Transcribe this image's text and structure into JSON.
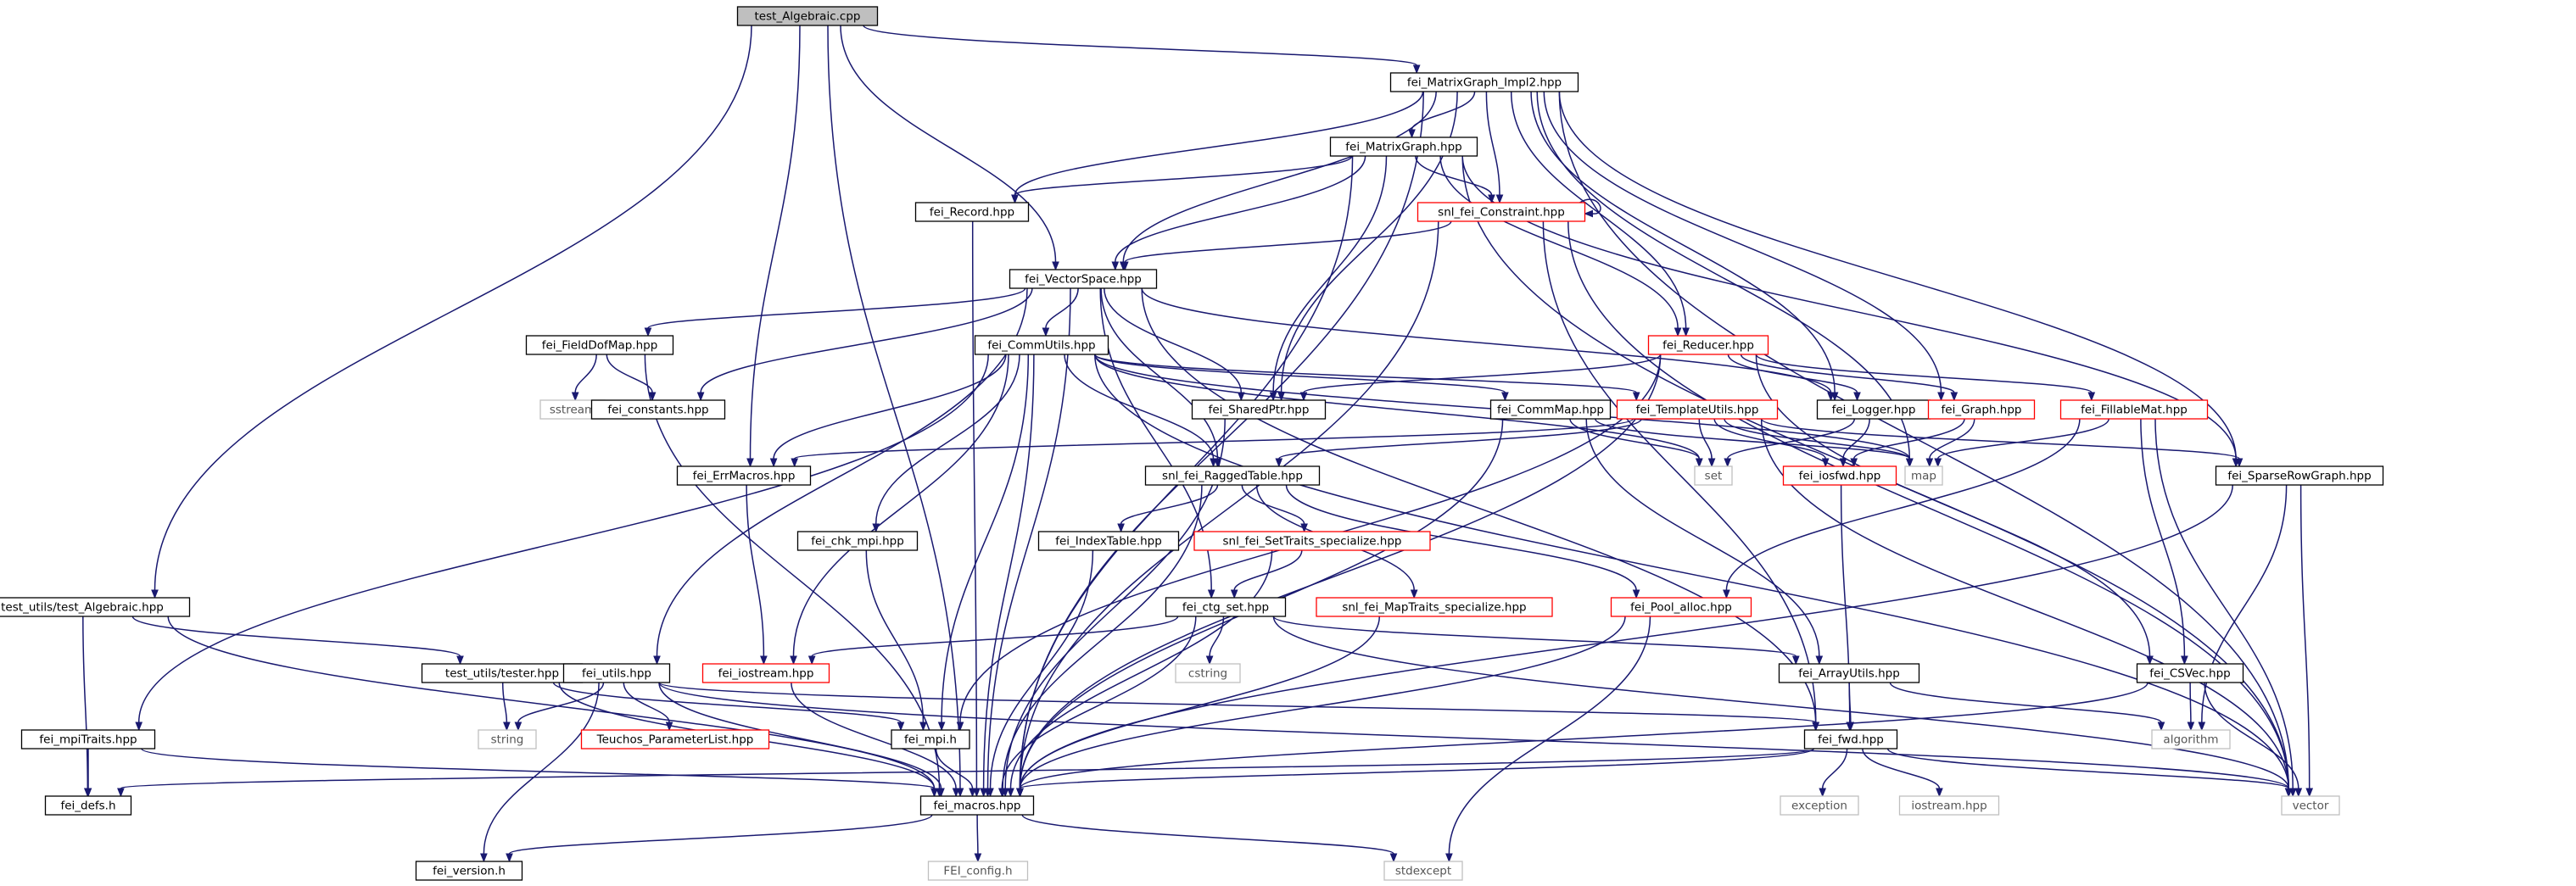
{
  "diagram": {
    "colors": {
      "edge": "#191970",
      "normal_border": "#000000",
      "incomplete_border": "#ff0000",
      "external_border": "#bfbfbf",
      "root_fill": "#bfbfbf",
      "fill": "#ffffff"
    },
    "nodes": [
      {
        "id": "test_algebraic_cpp",
        "label": "test_Algebraic.cpp",
        "style": "root"
      },
      {
        "id": "fei_matrixgraph_impl2",
        "label": "fei_MatrixGraph_Impl2.hpp",
        "style": "normal"
      },
      {
        "id": "fei_matrixgraph",
        "label": "fei_MatrixGraph.hpp",
        "style": "normal"
      },
      {
        "id": "fei_record",
        "label": "fei_Record.hpp",
        "style": "normal"
      },
      {
        "id": "snl_fei_constraint",
        "label": "snl_fei_Constraint.hpp",
        "style": "incomplete"
      },
      {
        "id": "fei_vectorspace",
        "label": "fei_VectorSpace.hpp",
        "style": "normal"
      },
      {
        "id": "fei_fielddofmap",
        "label": "fei_FieldDofMap.hpp",
        "style": "normal"
      },
      {
        "id": "fei_commutils",
        "label": "fei_CommUtils.hpp",
        "style": "normal"
      },
      {
        "id": "fei_reducer",
        "label": "fei_Reducer.hpp",
        "style": "incomplete"
      },
      {
        "id": "sstream",
        "label": "sstream",
        "style": "external"
      },
      {
        "id": "fei_constants",
        "label": "fei_constants.hpp",
        "style": "normal"
      },
      {
        "id": "fei_sharedptr",
        "label": "fei_SharedPtr.hpp",
        "style": "normal"
      },
      {
        "id": "fei_commmap",
        "label": "fei_CommMap.hpp",
        "style": "normal"
      },
      {
        "id": "fei_templateutils",
        "label": "fei_TemplateUtils.hpp",
        "style": "incomplete"
      },
      {
        "id": "fei_logger",
        "label": "fei_Logger.hpp",
        "style": "normal"
      },
      {
        "id": "fei_graph",
        "label": "fei_Graph.hpp",
        "style": "incomplete"
      },
      {
        "id": "fei_fillablemat",
        "label": "fei_FillableMat.hpp",
        "style": "incomplete"
      },
      {
        "id": "fei_errmacros",
        "label": "fei_ErrMacros.hpp",
        "style": "normal"
      },
      {
        "id": "snl_fei_raggedtable",
        "label": "snl_fei_RaggedTable.hpp",
        "style": "normal"
      },
      {
        "id": "set",
        "label": "set",
        "style": "external"
      },
      {
        "id": "fei_iosfwd",
        "label": "fei_iosfwd.hpp",
        "style": "incomplete"
      },
      {
        "id": "map",
        "label": "map",
        "style": "external"
      },
      {
        "id": "fei_sparserowgraph",
        "label": "fei_SparseRowGraph.hpp",
        "style": "normal"
      },
      {
        "id": "fei_chk_mpi",
        "label": "fei_chk_mpi.hpp",
        "style": "normal"
      },
      {
        "id": "fei_indextable",
        "label": "fei_IndexTable.hpp",
        "style": "normal"
      },
      {
        "id": "snl_fei_settraits",
        "label": "snl_fei_SetTraits_specialize.hpp",
        "style": "incomplete"
      },
      {
        "id": "test_utils_test_algebraic",
        "label": "test_utils/test_Algebraic.hpp",
        "style": "normal"
      },
      {
        "id": "test_utils_tester",
        "label": "test_utils/tester.hpp",
        "style": "normal"
      },
      {
        "id": "fei_utils",
        "label": "fei_utils.hpp",
        "style": "normal"
      },
      {
        "id": "fei_iostream",
        "label": "fei_iostream.hpp",
        "style": "incomplete"
      },
      {
        "id": "fei_ctg_set",
        "label": "fei_ctg_set.hpp",
        "style": "normal"
      },
      {
        "id": "snl_fei_maptraits",
        "label": "snl_fei_MapTraits_specialize.hpp",
        "style": "incomplete"
      },
      {
        "id": "fei_pool_alloc",
        "label": "fei_Pool_alloc.hpp",
        "style": "incomplete"
      },
      {
        "id": "cstring",
        "label": "cstring",
        "style": "external"
      },
      {
        "id": "fei_arrayutils",
        "label": "fei_ArrayUtils.hpp",
        "style": "normal"
      },
      {
        "id": "fei_csvec",
        "label": "fei_CSVec.hpp",
        "style": "normal"
      },
      {
        "id": "fei_mpitraits",
        "label": "fei_mpiTraits.hpp",
        "style": "normal"
      },
      {
        "id": "string",
        "label": "string",
        "style": "external"
      },
      {
        "id": "teuchos_parameterlist",
        "label": "Teuchos_ParameterList.hpp",
        "style": "incomplete"
      },
      {
        "id": "fei_mpi",
        "label": "fei_mpi.h",
        "style": "normal"
      },
      {
        "id": "fei_fwd",
        "label": "fei_fwd.hpp",
        "style": "normal"
      },
      {
        "id": "algorithm",
        "label": "algorithm",
        "style": "external"
      },
      {
        "id": "fei_defs",
        "label": "fei_defs.h",
        "style": "normal"
      },
      {
        "id": "fei_macros",
        "label": "fei_macros.hpp",
        "style": "normal"
      },
      {
        "id": "exception",
        "label": "exception",
        "style": "external"
      },
      {
        "id": "iostream_hpp",
        "label": "iostream.hpp",
        "style": "external"
      },
      {
        "id": "vector",
        "label": "vector",
        "style": "external"
      },
      {
        "id": "fei_version",
        "label": "fei_version.h",
        "style": "normal"
      },
      {
        "id": "fei_config",
        "label": "FEI_config.h",
        "style": "external"
      },
      {
        "id": "stdexcept",
        "label": "stdexcept",
        "style": "external"
      }
    ],
    "edges": [
      [
        "test_algebraic_cpp",
        "fei_matrixgraph_impl2"
      ],
      [
        "test_algebraic_cpp",
        "fei_vectorspace"
      ],
      [
        "test_algebraic_cpp",
        "fei_errmacros"
      ],
      [
        "test_algebraic_cpp",
        "test_utils_test_algebraic"
      ],
      [
        "test_algebraic_cpp",
        "fei_macros"
      ],
      [
        "fei_matrixgraph_impl2",
        "fei_matrixgraph"
      ],
      [
        "fei_matrixgraph_impl2",
        "snl_fei_constraint"
      ],
      [
        "fei_matrixgraph_impl2",
        "fei_record"
      ],
      [
        "fei_matrixgraph_impl2",
        "fei_vectorspace"
      ],
      [
        "fei_matrixgraph_impl2",
        "fei_reducer"
      ],
      [
        "fei_matrixgraph_impl2",
        "fei_sharedptr"
      ],
      [
        "fei_matrixgraph_impl2",
        "fei_logger"
      ],
      [
        "fei_matrixgraph_impl2",
        "fei_graph"
      ],
      [
        "fei_matrixgraph_impl2",
        "map"
      ],
      [
        "fei_matrixgraph_impl2",
        "fei_sparserowgraph"
      ],
      [
        "fei_matrixgraph_impl2",
        "vector"
      ],
      [
        "fei_matrixgraph_impl2",
        "fei_macros"
      ],
      [
        "fei_matrixgraph",
        "fei_record"
      ],
      [
        "fei_matrixgraph",
        "snl_fei_constraint"
      ],
      [
        "fei_matrixgraph",
        "fei_vectorspace"
      ],
      [
        "fei_matrixgraph",
        "fei_sharedptr"
      ],
      [
        "fei_matrixgraph",
        "fei_reducer"
      ],
      [
        "fei_matrixgraph",
        "fei_sparserowgraph"
      ],
      [
        "fei_matrixgraph",
        "vector"
      ],
      [
        "fei_matrixgraph",
        "fei_macros"
      ],
      [
        "snl_fei_constraint",
        "snl_fei_constraint"
      ],
      [
        "snl_fei_constraint",
        "fei_vectorspace"
      ],
      [
        "snl_fei_constraint",
        "fei_macros"
      ],
      [
        "snl_fei_constraint",
        "fei_fwd"
      ],
      [
        "snl_fei_constraint",
        "vector"
      ],
      [
        "fei_record",
        "fei_macros"
      ],
      [
        "fei_vectorspace",
        "fei_fielddofmap"
      ],
      [
        "fei_vectorspace",
        "fei_commutils"
      ],
      [
        "fei_vectorspace",
        "fei_constants"
      ],
      [
        "fei_vectorspace",
        "fei_sharedptr"
      ],
      [
        "fei_vectorspace",
        "snl_fei_raggedtable"
      ],
      [
        "fei_vectorspace",
        "fei_logger"
      ],
      [
        "fei_vectorspace",
        "fei_ctg_set"
      ],
      [
        "fei_vectorspace",
        "fei_utils"
      ],
      [
        "fei_vectorspace",
        "fei_fwd"
      ],
      [
        "fei_vectorspace",
        "fei_macros"
      ],
      [
        "fei_fielddofmap",
        "sstream"
      ],
      [
        "fei_fielddofmap",
        "fei_constants"
      ],
      [
        "fei_fielddofmap",
        "fei_macros"
      ],
      [
        "fei_commutils",
        "fei_errmacros"
      ],
      [
        "fei_commutils",
        "fei_chk_mpi"
      ],
      [
        "fei_commutils",
        "fei_iostream"
      ],
      [
        "fei_commutils",
        "fei_mpi"
      ],
      [
        "fei_commutils",
        "fei_mpitraits"
      ],
      [
        "fei_commutils",
        "snl_fei_raggedtable"
      ],
      [
        "fei_commutils",
        "fei_commmap"
      ],
      [
        "fei_commutils",
        "fei_templateutils"
      ],
      [
        "fei_commutils",
        "set"
      ],
      [
        "fei_commutils",
        "map"
      ],
      [
        "fei_commutils",
        "vector"
      ],
      [
        "fei_commutils",
        "fei_macros"
      ],
      [
        "fei_reducer",
        "fei_sharedptr"
      ],
      [
        "fei_reducer",
        "fei_logger"
      ],
      [
        "fei_reducer",
        "fei_graph"
      ],
      [
        "fei_reducer",
        "fei_fillablemat"
      ],
      [
        "fei_reducer",
        "fei_csvec"
      ],
      [
        "fei_reducer",
        "fei_mpi"
      ],
      [
        "fei_reducer",
        "fei_macros"
      ],
      [
        "fei_sharedptr",
        "fei_macros"
      ],
      [
        "fei_commmap",
        "set"
      ],
      [
        "fei_commmap",
        "map"
      ],
      [
        "fei_commmap",
        "fei_arrayutils"
      ],
      [
        "fei_commmap",
        "fei_macros"
      ],
      [
        "fei_templateutils",
        "fei_errmacros"
      ],
      [
        "fei_templateutils",
        "snl_fei_raggedtable"
      ],
      [
        "fei_templateutils",
        "set"
      ],
      [
        "fei_templateutils",
        "fei_iosfwd"
      ],
      [
        "fei_templateutils",
        "map"
      ],
      [
        "fei_templateutils",
        "fei_sparserowgraph"
      ],
      [
        "fei_templateutils",
        "vector"
      ],
      [
        "fei_logger",
        "set"
      ],
      [
        "fei_logger",
        "fei_iosfwd"
      ],
      [
        "fei_graph",
        "fei_iosfwd"
      ],
      [
        "fei_graph",
        "map"
      ],
      [
        "fei_fillablemat",
        "map"
      ],
      [
        "fei_fillablemat",
        "fei_pool_alloc"
      ],
      [
        "fei_fillablemat",
        "fei_csvec"
      ],
      [
        "fei_fillablemat",
        "vector"
      ],
      [
        "fei_errmacros",
        "fei_iostream"
      ],
      [
        "snl_fei_raggedtable",
        "fei_indextable"
      ],
      [
        "snl_fei_raggedtable",
        "snl_fei_settraits"
      ],
      [
        "snl_fei_raggedtable",
        "snl_fei_maptraits"
      ],
      [
        "snl_fei_raggedtable",
        "fei_pool_alloc"
      ],
      [
        "snl_fei_raggedtable",
        "fei_macros"
      ],
      [
        "fei_iosfwd",
        "fei_fwd"
      ],
      [
        "fei_sparserowgraph",
        "algorithm"
      ],
      [
        "fei_sparserowgraph",
        "vector"
      ],
      [
        "fei_sparserowgraph",
        "fei_macros"
      ],
      [
        "fei_chk_mpi",
        "fei_mpi"
      ],
      [
        "fei_indextable",
        "fei_macros"
      ],
      [
        "snl_fei_settraits",
        "fei_ctg_set"
      ],
      [
        "snl_fei_settraits",
        "fei_macros"
      ],
      [
        "test_utils_test_algebraic",
        "test_utils_tester"
      ],
      [
        "test_utils_test_algebraic",
        "fei_defs"
      ],
      [
        "test_utils_test_algebraic",
        "fei_macros"
      ],
      [
        "test_utils_tester",
        "string"
      ],
      [
        "test_utils_tester",
        "fei_mpi"
      ],
      [
        "test_utils_tester",
        "fei_macros"
      ],
      [
        "fei_utils",
        "string"
      ],
      [
        "fei_utils",
        "teuchos_parameterlist"
      ],
      [
        "fei_utils",
        "fei_fwd"
      ],
      [
        "fei_utils",
        "vector"
      ],
      [
        "fei_utils",
        "fei_version"
      ],
      [
        "fei_utils",
        "fei_macros"
      ],
      [
        "fei_iostream",
        "fei_macros"
      ],
      [
        "fei_ctg_set",
        "fei_iostream"
      ],
      [
        "fei_ctg_set",
        "cstring"
      ],
      [
        "fei_ctg_set",
        "fei_arrayutils"
      ],
      [
        "fei_ctg_set",
        "vector"
      ],
      [
        "fei_ctg_set",
        "fei_macros"
      ],
      [
        "snl_fei_maptraits",
        "fei_macros"
      ],
      [
        "fei_pool_alloc",
        "fei_macros"
      ],
      [
        "fei_pool_alloc",
        "stdexcept"
      ],
      [
        "fei_arrayutils",
        "fei_fwd"
      ],
      [
        "fei_arrayutils",
        "algorithm"
      ],
      [
        "fei_csvec",
        "algorithm"
      ],
      [
        "fei_csvec",
        "vector"
      ],
      [
        "fei_csvec",
        "fei_macros"
      ],
      [
        "fei_mpitraits",
        "fei_defs"
      ],
      [
        "fei_mpitraits",
        "fei_macros"
      ],
      [
        "fei_mpi",
        "fei_macros"
      ],
      [
        "fei_fwd",
        "fei_macros"
      ],
      [
        "fei_fwd",
        "exception"
      ],
      [
        "fei_fwd",
        "iostream_hpp"
      ],
      [
        "fei_fwd",
        "vector"
      ],
      [
        "fei_fwd",
        "fei_defs"
      ],
      [
        "fei_macros",
        "fei_version"
      ],
      [
        "fei_macros",
        "fei_config"
      ],
      [
        "fei_macros",
        "stdexcept"
      ]
    ]
  }
}
